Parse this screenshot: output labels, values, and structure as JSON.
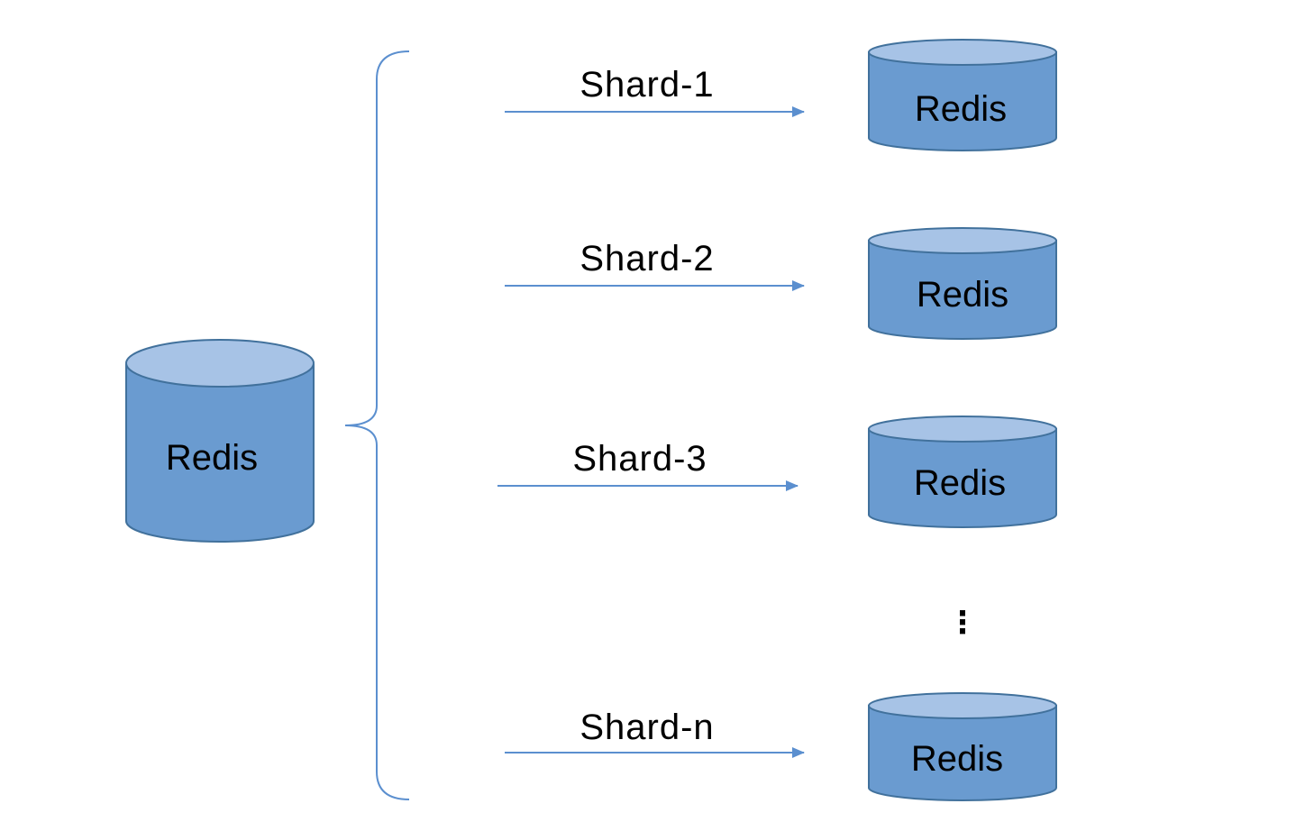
{
  "colors": {
    "cylinder_body": "#6a9bd0",
    "cylinder_top": "#a7c3e6",
    "cylinder_stroke": "#41719c",
    "line": "#5b8fcf",
    "text": "#000000"
  },
  "source": {
    "label": "Redis"
  },
  "shards": [
    {
      "label": "Shard-1",
      "target_label": "Redis"
    },
    {
      "label": "Shard-2",
      "target_label": "Redis"
    },
    {
      "label": "Shard-3",
      "target_label": "Redis"
    },
    {
      "label": "Shard-n",
      "target_label": "Redis"
    }
  ],
  "ellipsis": "⋮"
}
